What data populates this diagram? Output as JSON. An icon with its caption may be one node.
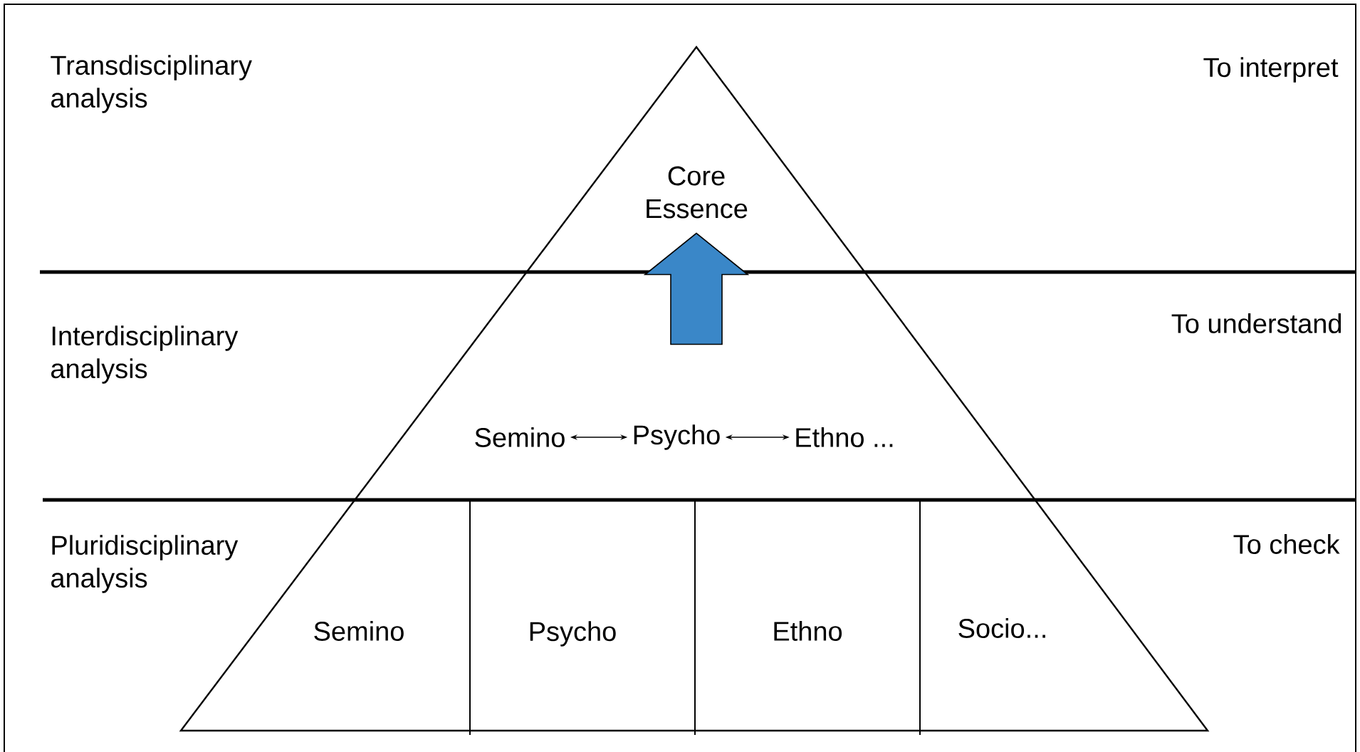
{
  "diagram": {
    "nodes": [
      {
        "text": [
          "Core Essence"
        ]
      },
      {
        "text": [
          "Semino"
        ]
      },
      {
        "text": [
          "Psycho"
        ]
      },
      {
        "text": [
          "Ethno ..."
        ]
      },
      {
        "text": [
          "Semino"
        ]
      },
      {
        "text": [
          "Psycho"
        ]
      },
      {
        "text": [
          "Ethno"
        ]
      },
      {
        "text": [
          "Socio..."
        ]
      }
    ],
    "edges": [
      {
        "from": 1,
        "to": 2,
        "arrow": "both"
      },
      {
        "from": 2,
        "to": 3,
        "arrow": "both"
      },
      {
        "from": null,
        "to": 0,
        "arrow": "to",
        "style": "thick",
        "color": "#3a87c8"
      }
    ],
    "labels": [
      "Transdisciplinary analysis",
      "To interpret",
      "Interdisciplinary analysis",
      "To understand",
      "Pluridisciplinary analysis",
      "To check"
    ]
  }
}
